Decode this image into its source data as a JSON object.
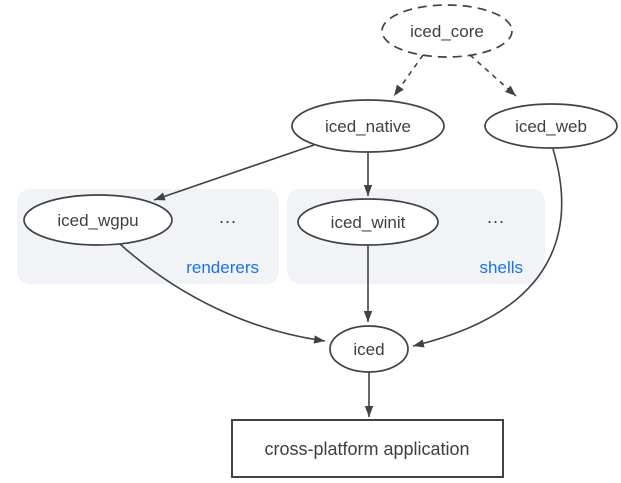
{
  "colors": {
    "background": "#ffffff",
    "stroke": "#3f4347",
    "text": "#3c4043",
    "accent_blue": "#1a73e8",
    "group_fill": "#f1f3f6"
  },
  "nodes": {
    "iced_core": {
      "label": "iced_core",
      "shape": "dashed-ellipse"
    },
    "iced_native": {
      "label": "iced_native",
      "shape": "ellipse"
    },
    "iced_web": {
      "label": "iced_web",
      "shape": "ellipse"
    },
    "iced_wgpu": {
      "label": "iced_wgpu",
      "shape": "ellipse"
    },
    "iced_winit": {
      "label": "iced_winit",
      "shape": "ellipse"
    },
    "iced": {
      "label": "iced",
      "shape": "ellipse"
    },
    "application": {
      "label": "cross-platform application",
      "shape": "rectangle"
    }
  },
  "groups": {
    "renderers": {
      "label": "renderers",
      "ellipsis": "..."
    },
    "shells": {
      "label": "shells",
      "ellipsis": "..."
    }
  },
  "edges": [
    {
      "from": "iced_core",
      "to": "iced_native",
      "style": "dashed"
    },
    {
      "from": "iced_core",
      "to": "iced_web",
      "style": "dashed"
    },
    {
      "from": "iced_native",
      "to": "iced_wgpu",
      "style": "solid"
    },
    {
      "from": "iced_native",
      "to": "iced_winit",
      "style": "solid"
    },
    {
      "from": "iced_wgpu",
      "to": "iced",
      "style": "solid"
    },
    {
      "from": "iced_winit",
      "to": "iced",
      "style": "solid"
    },
    {
      "from": "iced_web",
      "to": "iced",
      "style": "solid"
    },
    {
      "from": "iced",
      "to": "application",
      "style": "solid"
    }
  ]
}
